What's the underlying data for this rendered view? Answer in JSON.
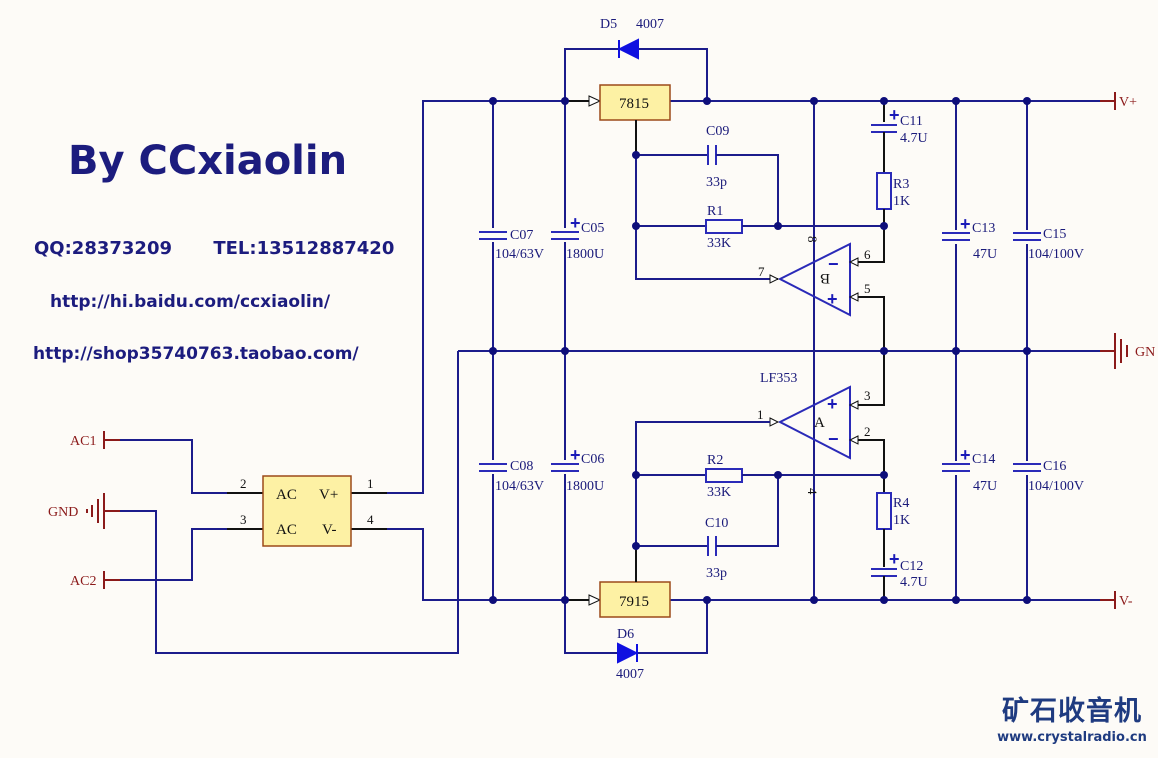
{
  "author": {
    "title": "By CCxiaolin",
    "qq": "QQ:28373209",
    "tel": "TEL:13512887420",
    "blog_url": "http://hi.baidu.com/ccxiaolin/",
    "shop_url": "http://shop35740763.taobao.com/"
  },
  "logo": {
    "chinese_text": "矿石收音机",
    "url": "www.crystalradio.cn"
  },
  "power_ports": {
    "ac1": "AC1",
    "ac2": "AC2",
    "gnd_left": "GND",
    "v_plus": "V+",
    "v_minus": "V-",
    "gnd_right": "GN"
  },
  "bridge": {
    "pin_ac_top": "AC",
    "pin_ac_bottom": "AC",
    "pin_vplus": "V+",
    "pin_vminus": "V-",
    "pin1": "1",
    "pin2": "2",
    "pin3": "3",
    "pin4": "4"
  },
  "regulators": {
    "positive": "7815",
    "negative": "7915"
  },
  "diodes": {
    "d5": {
      "ref": "D5",
      "value": "4007"
    },
    "d6": {
      "ref": "D6",
      "value": "4007"
    }
  },
  "capacitors": {
    "c05": {
      "ref": "C05",
      "value": "1800U"
    },
    "c06": {
      "ref": "C06",
      "value": "1800U"
    },
    "c07": {
      "ref": "C07",
      "value": "104/63V"
    },
    "c08": {
      "ref": "C08",
      "value": "104/63V"
    },
    "c09": {
      "ref": "C09",
      "value": "33p"
    },
    "c10": {
      "ref": "C10",
      "value": "33p"
    },
    "c11": {
      "ref": "C11",
      "value": "4.7U"
    },
    "c12": {
      "ref": "C12",
      "value": "4.7U"
    },
    "c13": {
      "ref": "C13",
      "value": "47U"
    },
    "c14": {
      "ref": "C14",
      "value": "47U"
    },
    "c15": {
      "ref": "C15",
      "value": "104/100V"
    },
    "c16": {
      "ref": "C16",
      "value": "104/100V"
    }
  },
  "resistors": {
    "r1": {
      "ref": "R1",
      "value": "33K"
    },
    "r2": {
      "ref": "R2",
      "value": "33K"
    },
    "r3": {
      "ref": "R3",
      "value": "1K"
    },
    "r4": {
      "ref": "R4",
      "value": "1K"
    }
  },
  "opamp": {
    "part": "LF353",
    "unit_a": "A",
    "unit_b": "B",
    "pins": {
      "p1": "1",
      "p2": "2",
      "p3": "3",
      "p4": "4",
      "p5": "5",
      "p6": "6",
      "p7": "7",
      "p8": "8"
    },
    "plus": "+",
    "minus": "−"
  }
}
